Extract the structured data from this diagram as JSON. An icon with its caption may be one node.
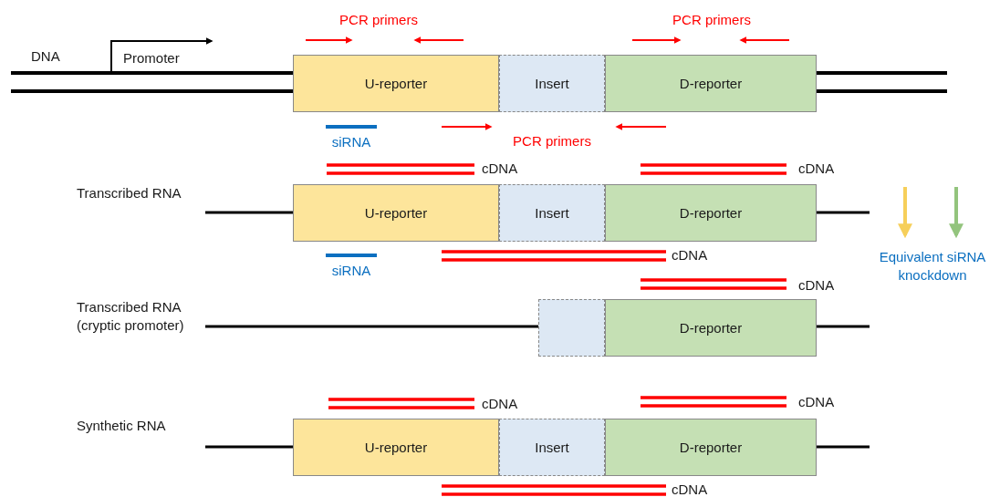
{
  "diagram": {
    "nodes": [
      {
        "text": [
          "U-reporter"
        ]
      },
      {
        "text": [
          "Insert"
        ]
      },
      {
        "text": [
          "D-reporter"
        ]
      },
      {
        "text": [
          "U-reporter"
        ]
      },
      {
        "text": [
          "Insert"
        ]
      },
      {
        "text": [
          "D-reporter"
        ]
      },
      {
        "text": [],
        "shape": "box"
      },
      {
        "text": [
          "D-reporter"
        ]
      },
      {
        "text": [
          "U-reporter"
        ]
      },
      {
        "text": [
          "Insert"
        ]
      },
      {
        "text": [
          "D-reporter"
        ]
      }
    ],
    "labels": [
      "PCR primers",
      "PCR primers",
      "DNA",
      "Promoter",
      "siRNA",
      "PCR primers",
      "cDNA",
      "cDNA",
      "Transcribed RNA",
      "cDNA",
      "siRNA",
      "Equivalent siRNA knockdown",
      "cDNA",
      "Transcribed RNA (cryptic promoter)",
      "cDNA",
      "cDNA",
      "Synthetic RNA",
      "cDNA"
    ]
  }
}
